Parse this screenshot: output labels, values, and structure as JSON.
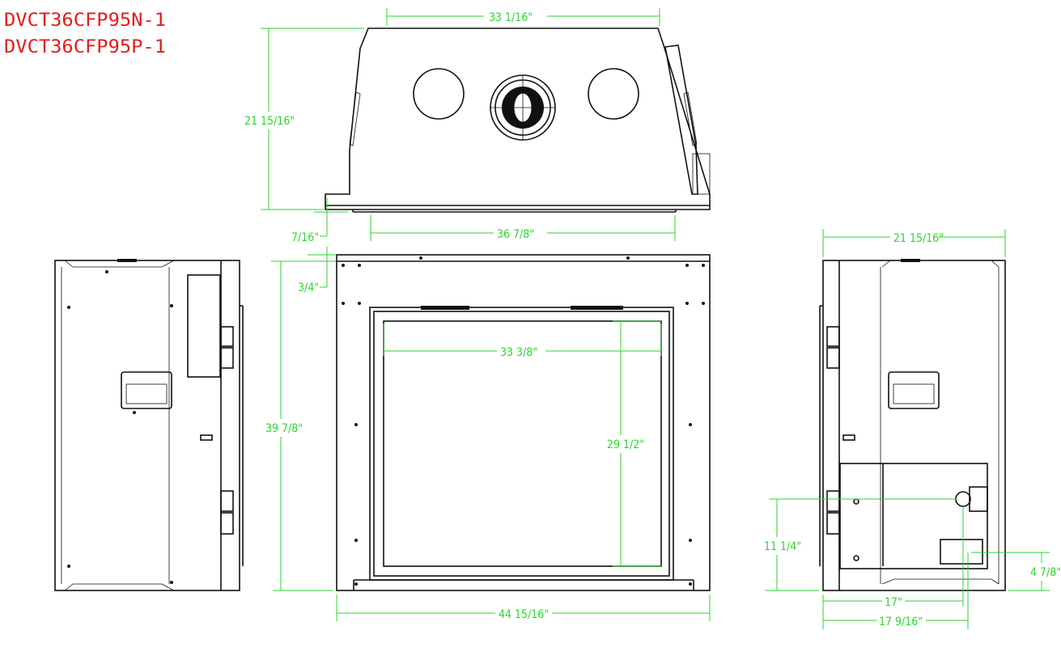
{
  "title_block": {
    "model_lines": [
      "DVCT36CFP95N-1",
      "DVCT36CFP95P-1"
    ]
  },
  "views": {
    "top": {
      "dimensions": {
        "top_width": "33 1/16\"",
        "depth": "21 15/16\"",
        "bottom_width": "36 7/8\"",
        "flange_offset": "7/16\"",
        "top_offset": "3/4\""
      }
    },
    "front": {
      "dimensions": {
        "overall_height": "39 7/8\"",
        "opening_width": "33 3/8\"",
        "opening_height": "29 1/2\"",
        "overall_width": "44 15/16\""
      }
    },
    "right_side": {
      "dimensions": {
        "depth": "21 15/16\"",
        "gas_inlet_height": "11 1/4\"",
        "valve_height": "4 7/8\"",
        "gas_inlet_from_front": "17\"",
        "valve_from_front": "17 9/16\""
      }
    }
  },
  "colors": {
    "dimension": "#2bd62b",
    "title": "#e31c1c",
    "outline": "#111111"
  }
}
